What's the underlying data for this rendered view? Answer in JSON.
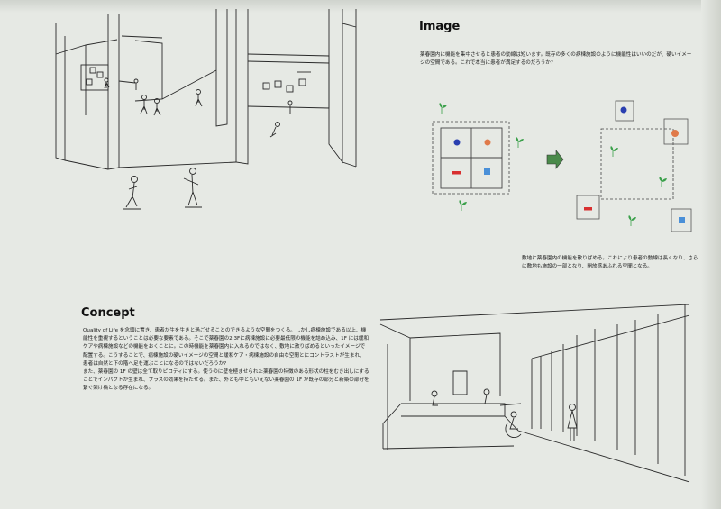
{
  "image_section": {
    "heading": "Image",
    "lead_text": "薬春園内に機能を集中させると患者の動線は短います。既存の多くの病棟施設のように機能性はいいのだが、硬いイメージの空間である。これで本当に患者が満足するのだろうか?",
    "caption_text": "敷地に薬春園内の機能を散りばめる。これにより患者の動線は長くなり、さらに敷地も施設の一部となり、開放感あふれる空間となる。"
  },
  "concept_section": {
    "heading": "Concept",
    "body_text": "Quality of Life を念頭に置き、患者が生を生きと過ごせることのできるような空間をつくる。しかし病棟施設である以上、機能性を重視するということは必要な要素である。そこで薬春園の2,3Fに病棟施設に必要最低限の機能を詰め込み、1F には緩和ケアや病棟施設などの機能をおくことに。この時機能を薬春園内に入れるのではなく、敷地に散りばめるといったイメージで配置する。こうすることで、病棟施設の硬いイメージの空間と緩和ケア・病棟施設の自由な空間とにコントラストが生まれ、患者は自然と下の階へ足を運ぶことになるのではないだろうか?\nまた、薬春園の 1F の壁は全て取りピロティにする。使うのに壁を極ませられた薬春園の特徴のある形状の柱をむき出しにすることでインパクトが生まれ、プラスの効果を持たせる。また、外とも中ともいえない薬春園の 1F が既存の部分と新築の部分を繋ぐ架け橋となる存在になる。"
  },
  "colors": {
    "paper": "#e6e9e4",
    "ink": "#1a1a1a",
    "plant_green": "#3aa04a",
    "dot_orange": "#e07a4a",
    "dot_blue": "#2a3fb0",
    "dot_red": "#d83030",
    "dot_lightblue": "#4a90d8",
    "arrow_green": "#4a8a4a"
  }
}
